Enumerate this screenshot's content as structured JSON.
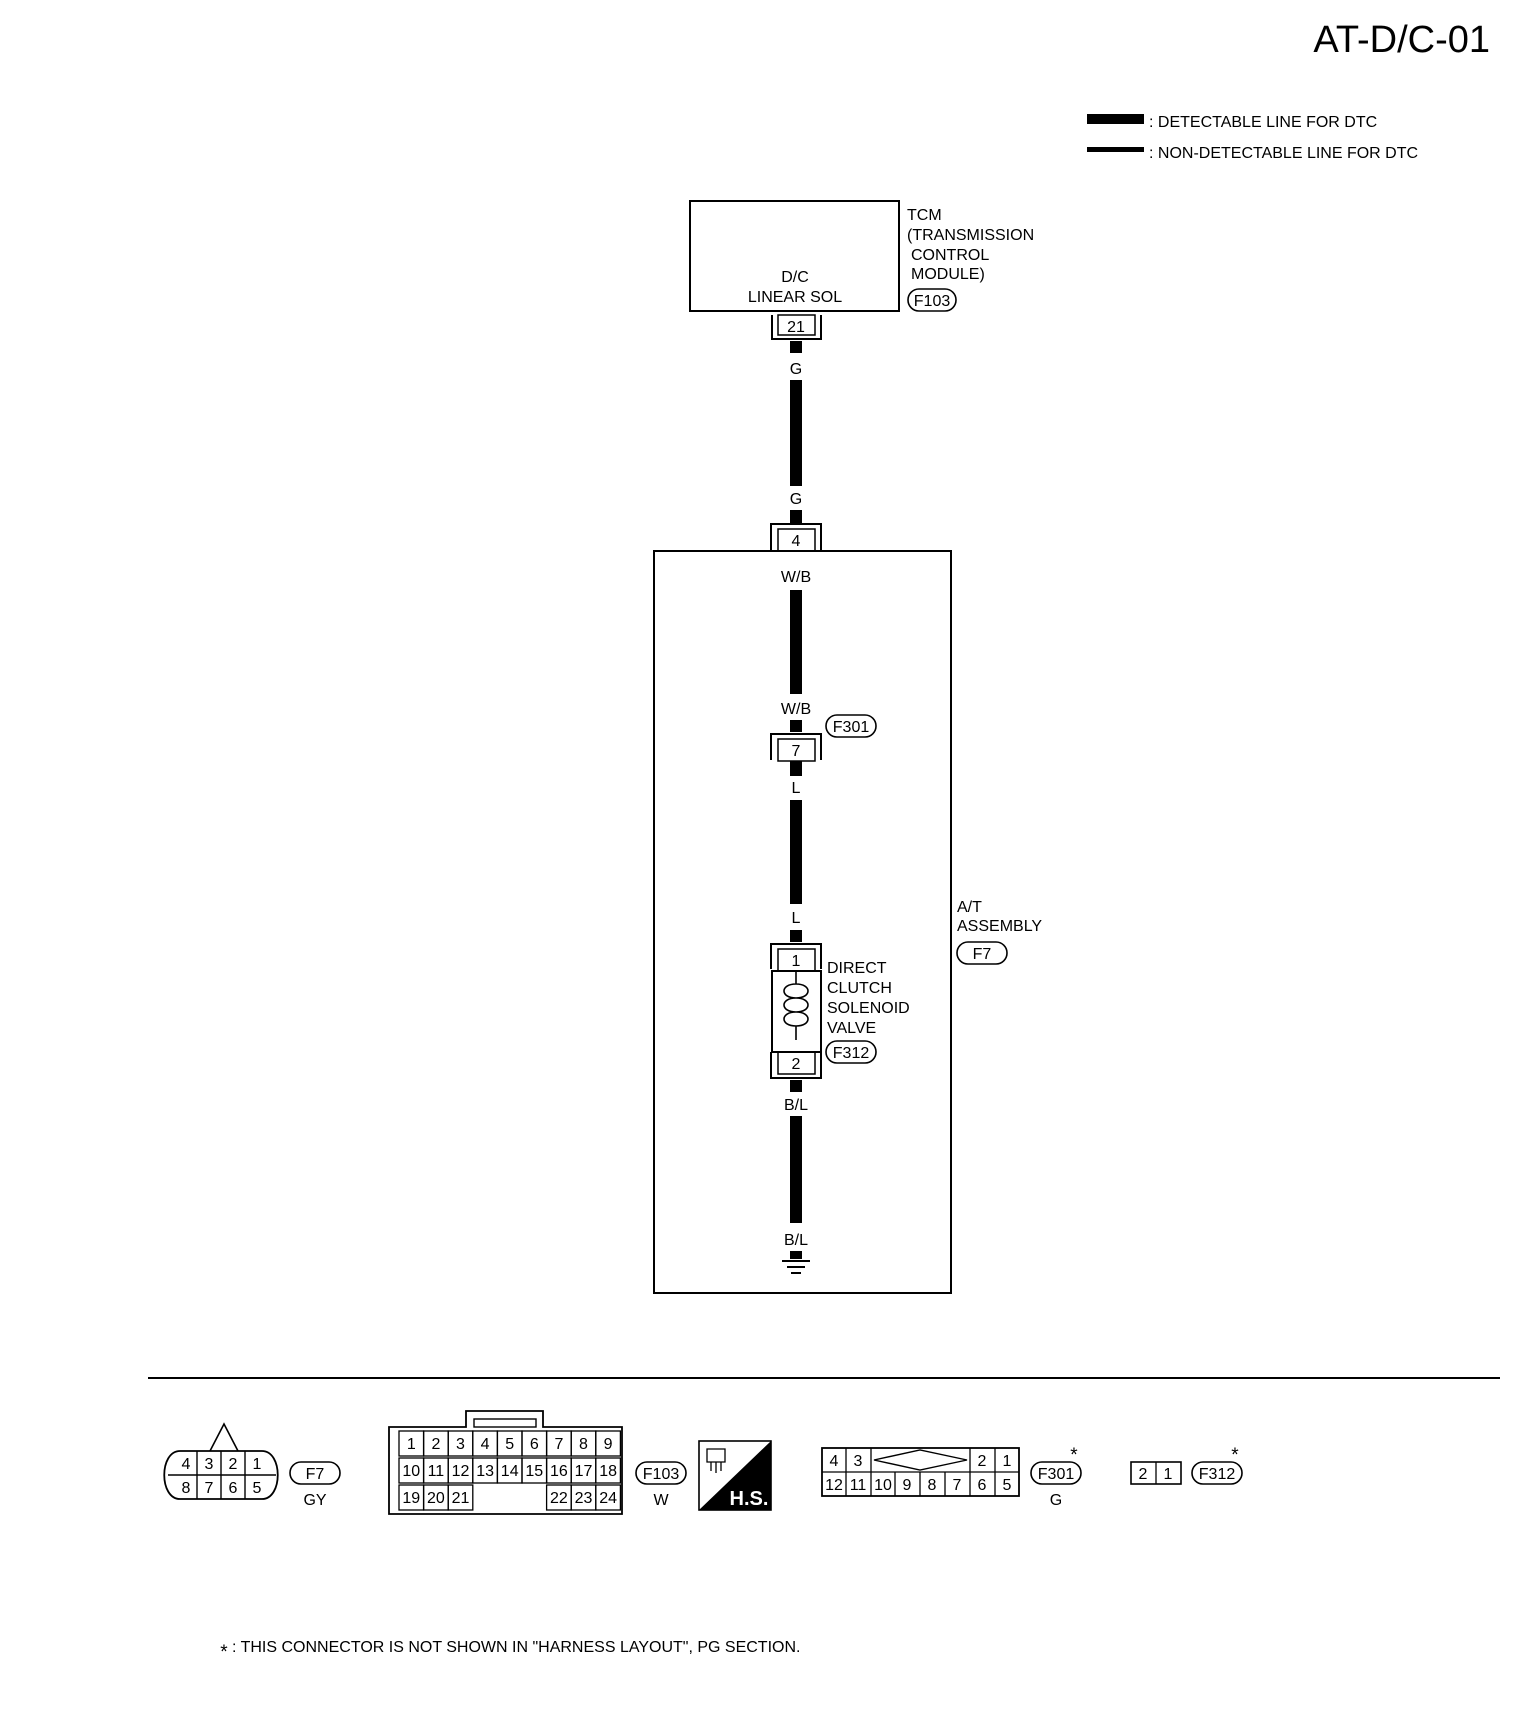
{
  "title": "AT-D/C-01",
  "legend": {
    "detectable": ": DETECTABLE LINE FOR DTC",
    "non_detectable": ": NON-DETECTABLE LINE FOR DTC"
  },
  "tcm": {
    "inner_line1": "D/C",
    "inner_line2": "LINEAR SOL",
    "name_line1": "TCM",
    "name_line2": "(TRANSMISSION",
    "name_line3": "CONTROL",
    "name_line4": "MODULE)",
    "connector": "F103",
    "pin": "21"
  },
  "wires": {
    "w1_top": "G",
    "w1_bottom": "G",
    "w2_top": "W/B",
    "w2_bottom": "W/B",
    "w3_top": "L",
    "w3_bottom": "L",
    "w4_top": "B/L",
    "w4_bottom": "B/L"
  },
  "pins": {
    "at_entry": "4",
    "f301": "7",
    "sol_top": "1",
    "sol_bottom": "2"
  },
  "connectors": {
    "f301": "F301",
    "f312": "F312"
  },
  "at_assembly": {
    "line1": "A/T",
    "line2": "ASSEMBLY",
    "connector": "F7"
  },
  "solenoid": {
    "line1": "DIRECT",
    "line2": "CLUTCH",
    "line3": "SOLENOID",
    "line4": "VALVE"
  },
  "connector_views": {
    "f7": {
      "label": "F7",
      "color": "GY",
      "row1": [
        "4",
        "3",
        "2",
        "1"
      ],
      "row2": [
        "8",
        "7",
        "6",
        "5"
      ]
    },
    "f103": {
      "label": "F103",
      "color": "W",
      "row1": [
        "1",
        "2",
        "3",
        "4",
        "5",
        "6",
        "7",
        "8",
        "9"
      ],
      "row2": [
        "10",
        "11",
        "12",
        "13",
        "14",
        "15",
        "16",
        "17",
        "18"
      ],
      "row3_left": [
        "19",
        "20",
        "21"
      ],
      "row3_right": [
        "22",
        "23",
        "24"
      ]
    },
    "hs": {
      "text": "H.S."
    },
    "f301": {
      "label": "F301",
      "color": "G",
      "star": "*",
      "row1_left": [
        "4",
        "3"
      ],
      "row1_right": [
        "2",
        "1"
      ],
      "row2": [
        "12",
        "11",
        "10",
        "9",
        "8",
        "7",
        "6",
        "5"
      ]
    },
    "f312": {
      "label": "F312",
      "star": "*",
      "row1": [
        "2",
        "1"
      ]
    }
  },
  "footnote": {
    "star": "*",
    "text": ": THIS CONNECTOR IS NOT SHOWN IN \"HARNESS LAYOUT\", PG SECTION."
  }
}
